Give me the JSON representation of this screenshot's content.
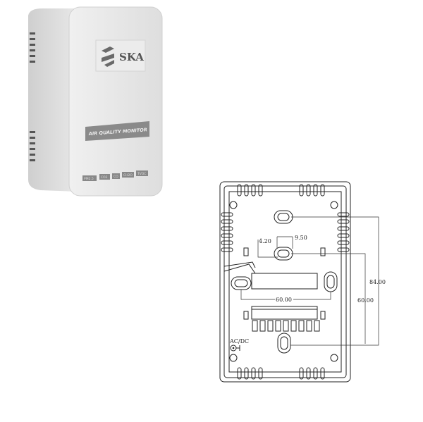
{
  "product": {
    "brand": "SKA",
    "name_label": "AIR QUALITY MONITOR",
    "sensor_labels": [
      "PM2.5",
      "CO2",
      "CO",
      "CH2O",
      "TVOC"
    ]
  },
  "drawing": {
    "dimensions": {
      "height_holes": "84.00",
      "height_inner": "60.00",
      "width_holes": "60.00",
      "slot_width": "9.50",
      "slot_offset": "4.20"
    },
    "power_label": "AC/DC"
  },
  "colors": {
    "body": "#e6e6e6",
    "label_band": "#8a8a8a",
    "line": "#222222"
  }
}
